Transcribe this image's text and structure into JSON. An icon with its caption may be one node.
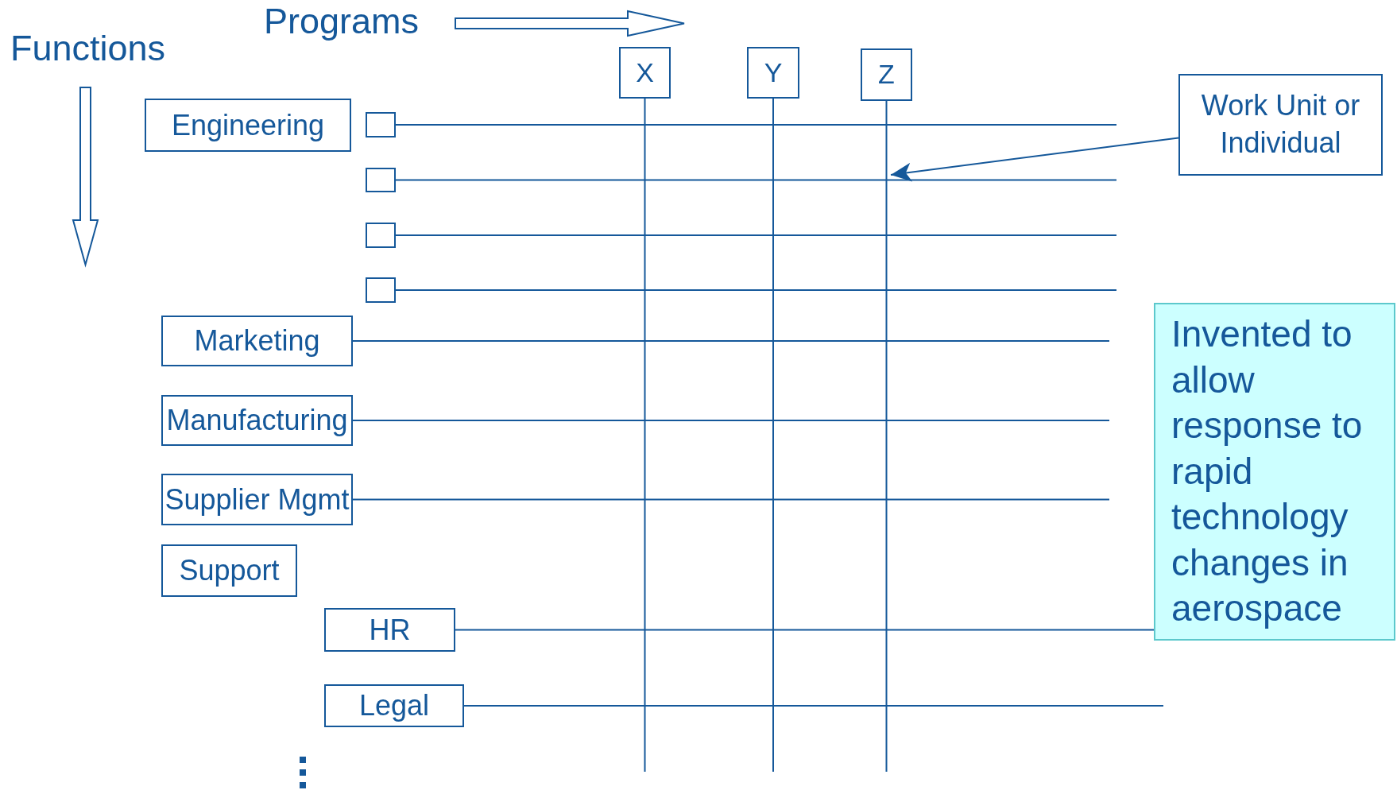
{
  "diagram": {
    "nodes": [
      {
        "text": [
          "Engineering"
        ]
      },
      {
        "text": [],
        "shape": "box"
      },
      {
        "text": [],
        "shape": "box"
      },
      {
        "text": [],
        "shape": "box"
      },
      {
        "text": [],
        "shape": "box"
      },
      {
        "text": [
          "X"
        ]
      },
      {
        "text": [
          "Y"
        ]
      },
      {
        "text": [
          "Z"
        ]
      },
      {
        "text": [
          "Work Unit or Individual"
        ]
      },
      {
        "text": [
          "Marketing"
        ]
      },
      {
        "text": [
          "Manufacturing"
        ]
      },
      {
        "text": [
          "Supplier Mgmt"
        ]
      },
      {
        "text": [
          "Support"
        ]
      },
      {
        "text": [
          "HR"
        ]
      },
      {
        "text": [
          "Legal"
        ]
      },
      {
        "text": [
          "Invented to allow response to rapid technology changes in aerospace"
        ]
      }
    ],
    "edges": [
      {
        "from": 1,
        "to": null,
        "arrow": "none"
      },
      {
        "from": 2,
        "to": null,
        "arrow": "none"
      },
      {
        "from": 3,
        "to": null,
        "arrow": "none"
      },
      {
        "from": 4,
        "to": null,
        "arrow": "none"
      },
      {
        "from": 9,
        "to": null,
        "arrow": "none"
      },
      {
        "from": 10,
        "to": null,
        "arrow": "none"
      },
      {
        "from": 11,
        "to": null,
        "arrow": "none"
      },
      {
        "from": 13,
        "to": 15,
        "arrow": "none"
      },
      {
        "from": 14,
        "to": null,
        "arrow": "none"
      },
      {
        "from": 5,
        "to": null,
        "arrow": "none"
      },
      {
        "from": 6,
        "to": null,
        "arrow": "none"
      },
      {
        "from": 7,
        "to": null,
        "arrow": "none"
      },
      {
        "from": 8,
        "to": null,
        "arrow": "to"
      }
    ],
    "labels": [
      "Functions",
      "Programs"
    ]
  }
}
